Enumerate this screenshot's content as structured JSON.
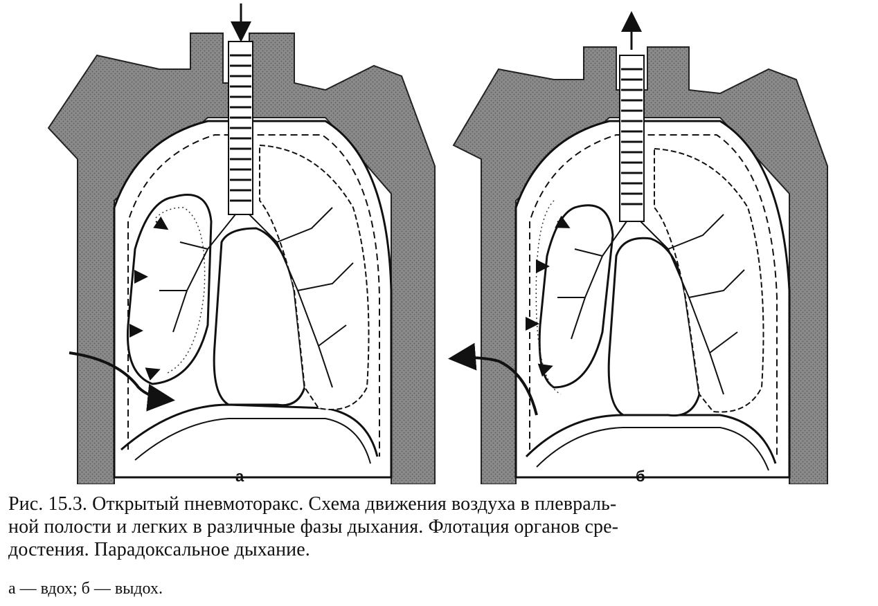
{
  "figure": {
    "panels": [
      {
        "id": "a",
        "label": "а",
        "phase_arrow": "down"
      },
      {
        "id": "b",
        "label": "б",
        "phase_arrow": "up"
      }
    ],
    "colors": {
      "tissue_fill": "#7a7a7a",
      "line": "#111111",
      "background": "#ffffff"
    }
  },
  "caption": {
    "number": "Рис. 15.3.",
    "line1": "Открытый пневмоторакс. Схема движения воздуха в  плевраль-",
    "line2": "ной полости и легких в различные фазы дыхания. Флотация органов сре-",
    "line3": "достения. Парадоксальное дыхание."
  },
  "legend": {
    "text": "а — вдох; б — выдох."
  }
}
